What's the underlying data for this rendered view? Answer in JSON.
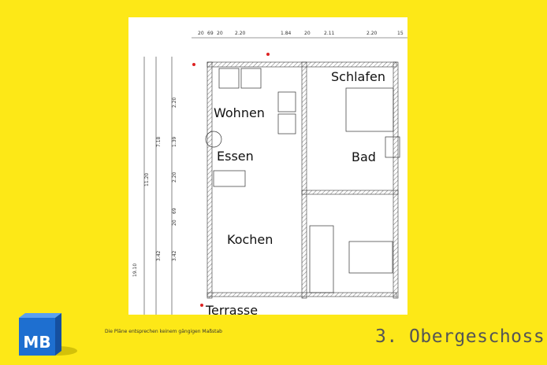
{
  "plan": {
    "rooms": [
      "Wohnen",
      "Essen",
      "Kochen",
      "Schlafen",
      "Bad",
      "Terrasse"
    ],
    "top_dimensions": [
      "20",
      "69",
      "20",
      "2.20",
      "1.84",
      "20",
      "2.11",
      "2.20",
      "15"
    ],
    "left_dimensions": [
      "11.20",
      "7.18",
      "2.20",
      "1.39",
      "2.20",
      "69",
      "20",
      "3.42",
      "3.42",
      "19.10"
    ]
  },
  "footer": {
    "logo_text": "MB",
    "note": "Die Pläne entsprechen keinem gängigen Maßstab",
    "title": "3. Obergeschoss"
  },
  "colors": {
    "background": "#fde817",
    "logo_blue": "#1e6fd0",
    "title": "#555555"
  }
}
